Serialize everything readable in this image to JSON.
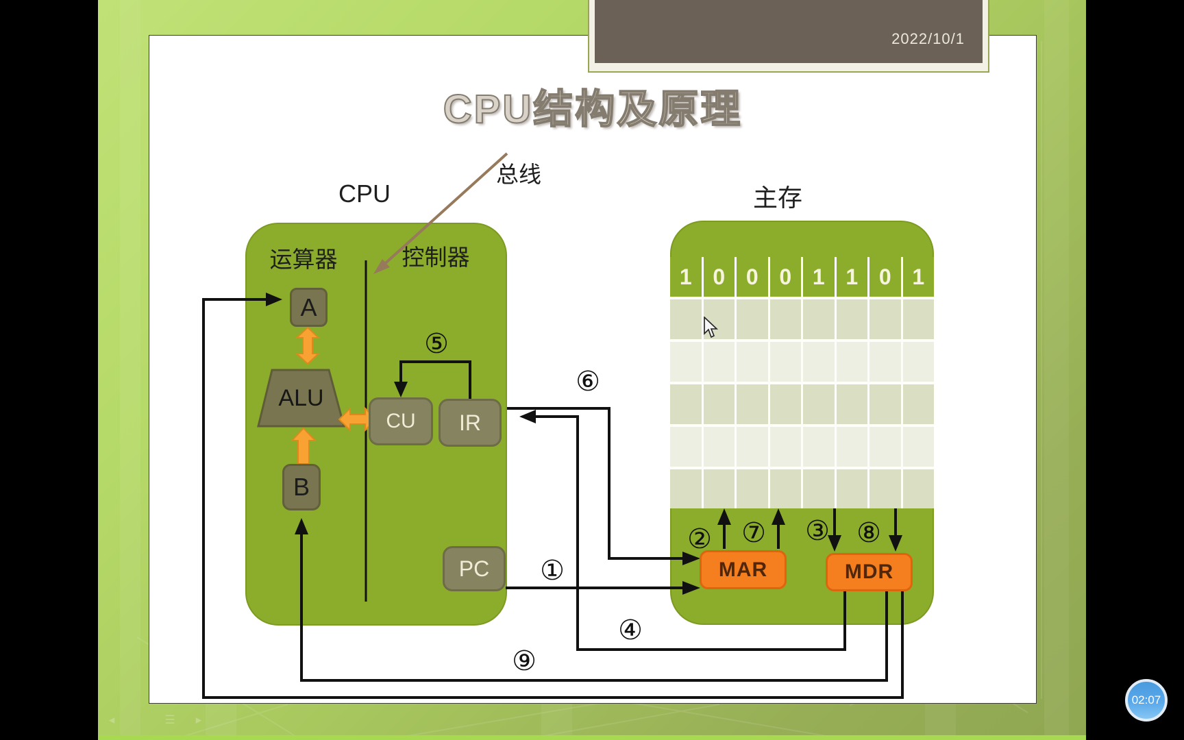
{
  "frame": {
    "date": "2022/10/1",
    "timer": "02:07",
    "nav_icons": [
      "◂",
      "☰",
      "▸"
    ]
  },
  "slide": {
    "title": "CPU结构及原理",
    "cpu_label": "CPU",
    "memory_label": "主存",
    "bus_label": "总线",
    "arithmetic_unit_label": "运算器",
    "control_unit_label": "控制器",
    "registers": {
      "a": "A",
      "alu": "ALU",
      "b": "B",
      "cu": "CU",
      "ir": "IR",
      "pc": "PC",
      "mar": "MAR",
      "mdr": "MDR"
    },
    "memory_bits": [
      "1",
      "0",
      "0",
      "0",
      "1",
      "1",
      "0",
      "1"
    ],
    "steps": [
      "①",
      "②",
      "③",
      "④",
      "⑤",
      "⑥",
      "⑦",
      "⑧",
      "⑨"
    ],
    "colors": {
      "slide_green": "#8cad2b",
      "table_row_dark": "#dadfc4",
      "table_row_light": "#edefe2",
      "register_olive": "#787550",
      "accent_orange": "#f57e1f",
      "arrow_orange": "#f7a233",
      "frame_green": "#b5d968",
      "date_brown": "#6b6156",
      "timer_blue": "#58a8ea"
    }
  }
}
